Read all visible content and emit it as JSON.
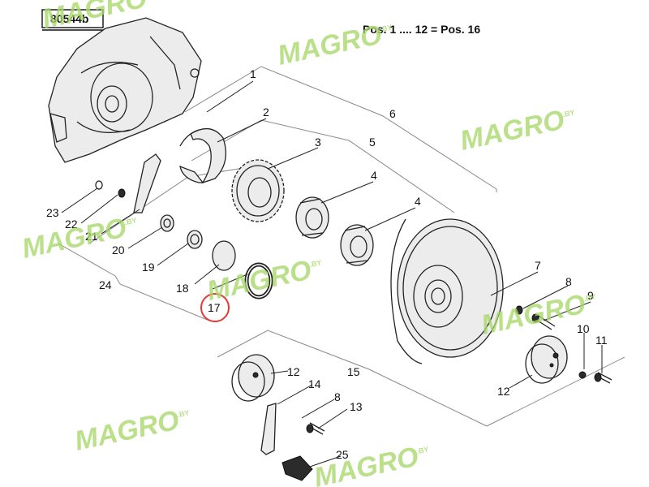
{
  "diagram": {
    "ref_code": "80544b",
    "note": "Pos. 1 .... 12 = Pos. 16",
    "watermark": {
      "brand": "MAGRO",
      "suffix": ".BY"
    },
    "callouts": [
      {
        "id": "1",
        "label": "1"
      },
      {
        "id": "2",
        "label": "2"
      },
      {
        "id": "3",
        "label": "3"
      },
      {
        "id": "4a",
        "label": "4"
      },
      {
        "id": "4b",
        "label": "4"
      },
      {
        "id": "5",
        "label": "5"
      },
      {
        "id": "6",
        "label": "6"
      },
      {
        "id": "7",
        "label": "7"
      },
      {
        "id": "8a",
        "label": "8"
      },
      {
        "id": "8b",
        "label": "8"
      },
      {
        "id": "9",
        "label": "9"
      },
      {
        "id": "10",
        "label": "10"
      },
      {
        "id": "11",
        "label": "11"
      },
      {
        "id": "12a",
        "label": "12"
      },
      {
        "id": "12b",
        "label": "12"
      },
      {
        "id": "13",
        "label": "13"
      },
      {
        "id": "14",
        "label": "14"
      },
      {
        "id": "15",
        "label": "15"
      },
      {
        "id": "17",
        "label": "17"
      },
      {
        "id": "18",
        "label": "18"
      },
      {
        "id": "19",
        "label": "19"
      },
      {
        "id": "20",
        "label": "20"
      },
      {
        "id": "21",
        "label": "21"
      },
      {
        "id": "22",
        "label": "22"
      },
      {
        "id": "23",
        "label": "23"
      },
      {
        "id": "24",
        "label": "24"
      },
      {
        "id": "25",
        "label": "25"
      }
    ],
    "highlight": {
      "callout": "17",
      "color": "#e53935"
    },
    "colors": {
      "watermark": "#a7d86a",
      "line": "#222222"
    }
  }
}
